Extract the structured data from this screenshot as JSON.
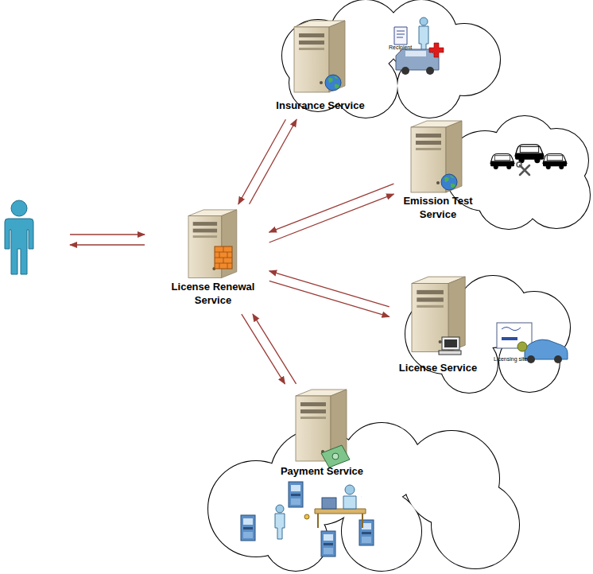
{
  "diagram": {
    "nodes": [
      {
        "text": [
          "Insurance Service"
        ]
      },
      {
        "text": [
          "Emission Test Service"
        ]
      },
      {
        "text": [
          "License Renewal Service"
        ]
      },
      {
        "text": [
          "License Service"
        ]
      },
      {
        "text": [
          "Payment Service"
        ]
      }
    ],
    "edges": [
      {
        "from": 2,
        "to": 0,
        "arrow": "to"
      },
      {
        "from": 0,
        "to": 2,
        "arrow": "to"
      },
      {
        "from": 2,
        "to": 1,
        "arrow": "to"
      },
      {
        "from": 1,
        "to": 2,
        "arrow": "to"
      },
      {
        "from": 2,
        "to": 3,
        "arrow": "to"
      },
      {
        "from": 3,
        "to": 2,
        "arrow": "to"
      },
      {
        "from": 2,
        "to": 4,
        "arrow": "to"
      },
      {
        "from": 4,
        "to": 2,
        "arrow": "to"
      }
    ],
    "labels": [
      "Recipient",
      "Licensing site"
    ]
  }
}
